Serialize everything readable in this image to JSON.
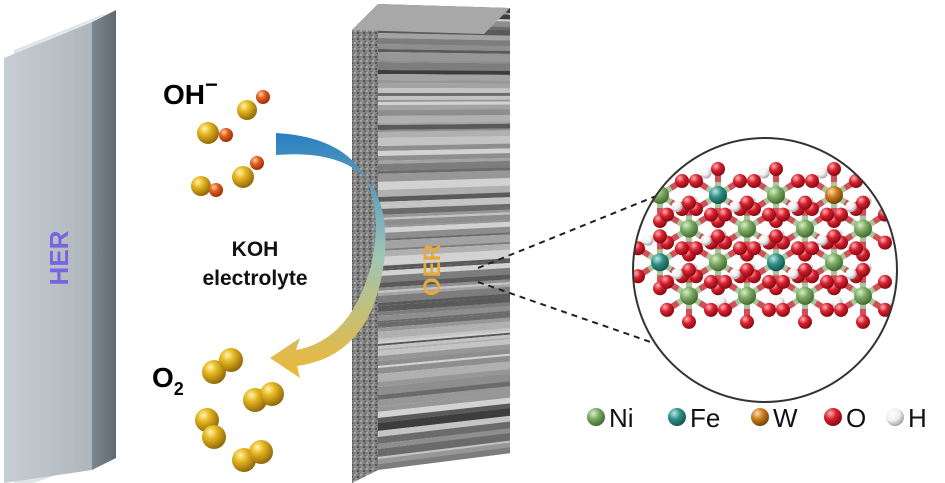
{
  "electrodes": {
    "her_label": "HER",
    "oer_label": "OER"
  },
  "species": {
    "hydroxide": "OH",
    "hydroxide_charge": "−",
    "oxygen": "O",
    "oxygen_subscript": "2"
  },
  "electrolyte": {
    "line1": "KOH",
    "line2": "electrolyte"
  },
  "legend": [
    {
      "symbol": "Ni",
      "color": "#7aa860"
    },
    {
      "symbol": "Fe",
      "color": "#2f8e86"
    },
    {
      "symbol": "W",
      "color": "#c97a1e"
    },
    {
      "symbol": "O",
      "color": "#d81e2c"
    },
    {
      "symbol": "H",
      "color": "#eeeeee"
    }
  ],
  "colors": {
    "her_label": "#7a63e0",
    "oer_label": "#e7a93a",
    "gold_atom": "#d4a017",
    "orange_atom": "#e0501e",
    "arrow_top": "#2a7fc2",
    "arrow_bottom": "#f0b733"
  }
}
